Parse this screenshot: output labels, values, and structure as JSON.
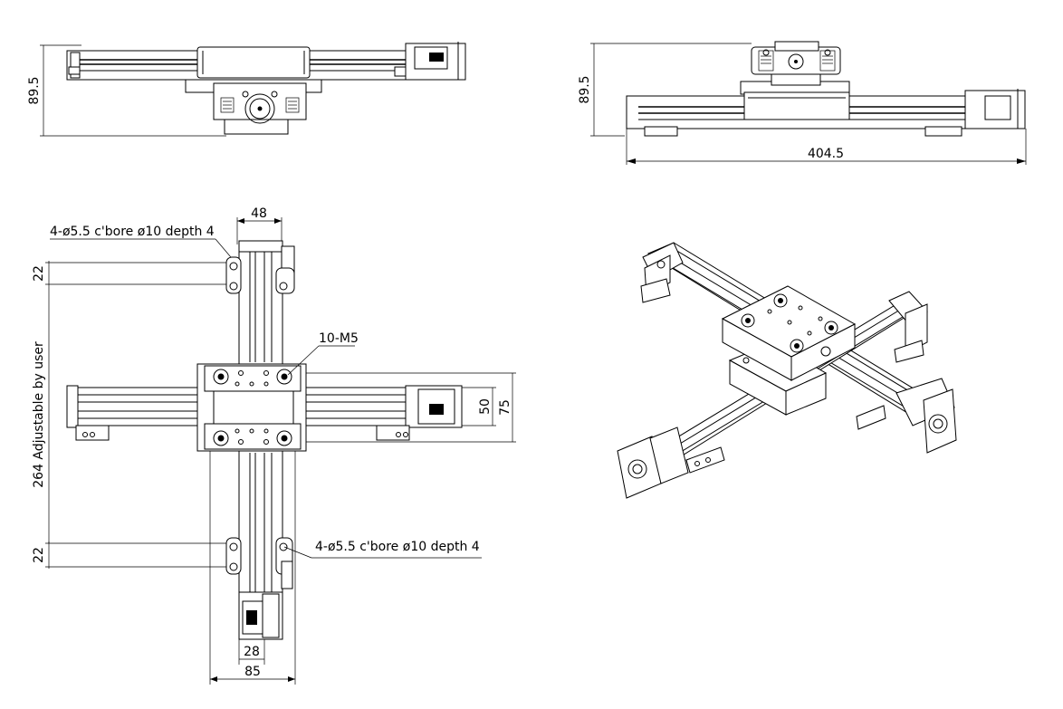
{
  "labels": {
    "front_height": "89.5",
    "side_height": "89.5",
    "side_length": "404.5",
    "top_width_upper": "48",
    "counterbore_upper": "4-ø5.5 c'bore ø10 depth 4",
    "counterbore_lower": "4-ø5.5 c'bore ø10 depth 4",
    "thread": "10-M5",
    "offset_upper": "22",
    "offset_lower": "22",
    "adjustable": "264 Adjustable by user",
    "width_50": "50",
    "width_75": "75",
    "width_28": "28",
    "width_85": "85"
  }
}
